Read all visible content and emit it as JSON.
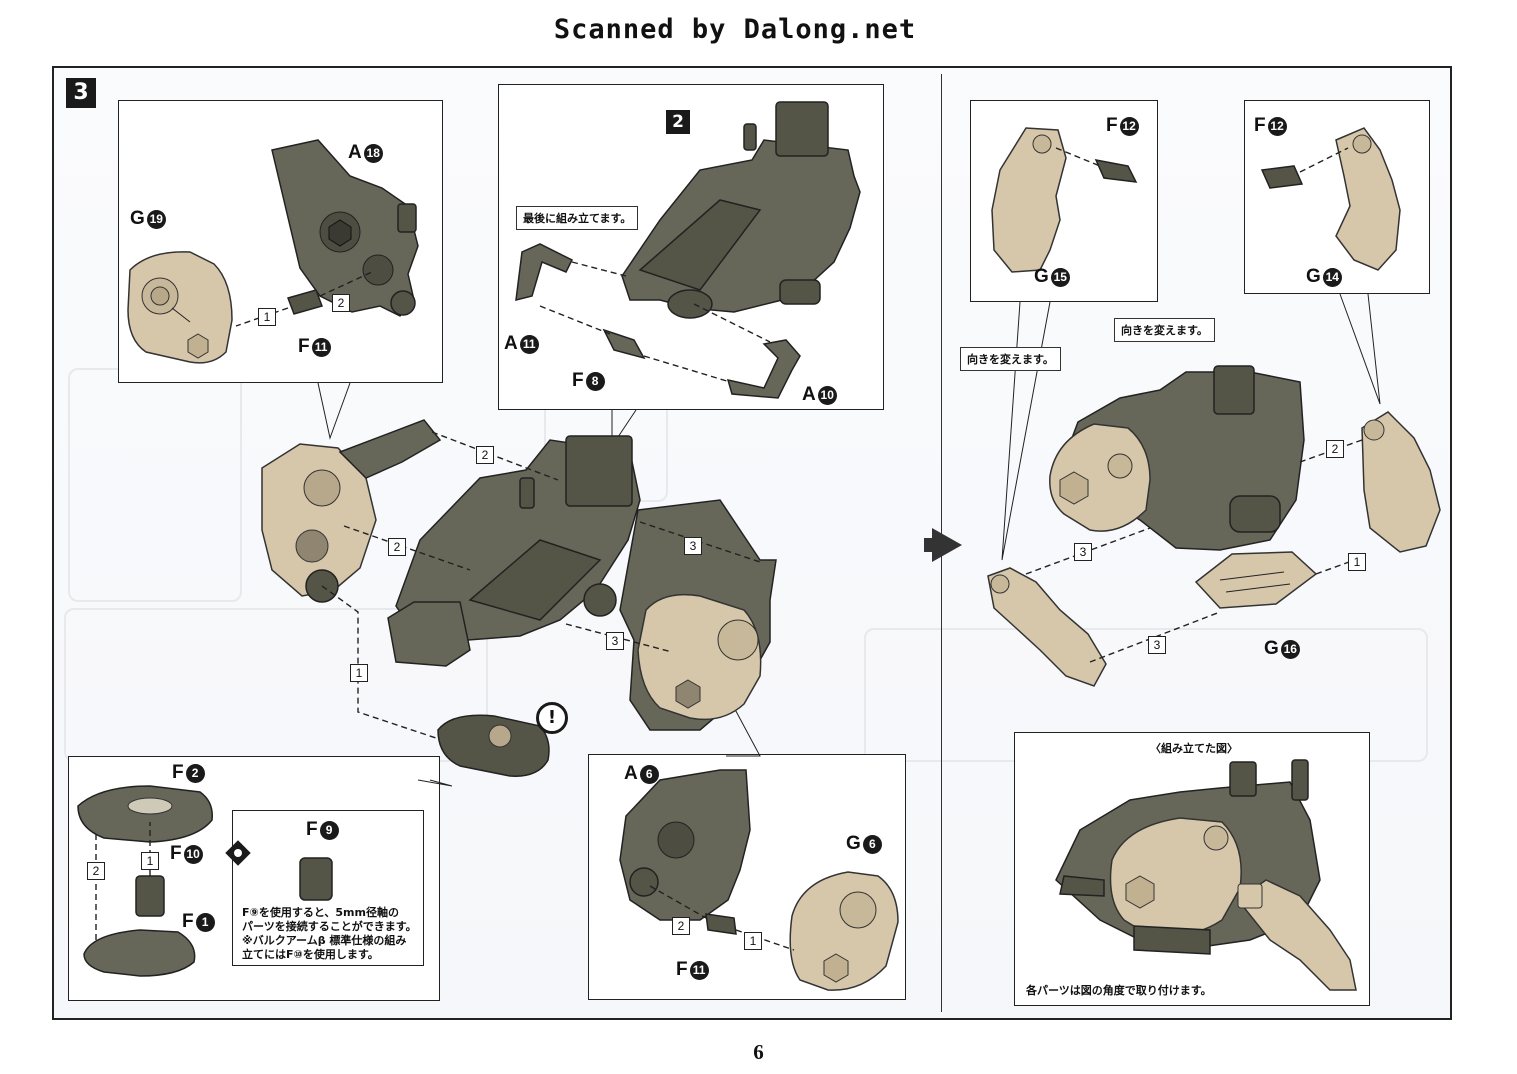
{
  "header": {
    "scan_credit": "Scanned by Dalong.net"
  },
  "page": {
    "number": "6"
  },
  "step": {
    "main": "3",
    "sub": "2"
  },
  "notes": {
    "assemble_last": "最後に組み立てます。",
    "change_direction_left": "向きを変えます。",
    "change_direction_right": "向きを変えます。",
    "f9_line1": "F⑨を使用すると、5mm径軸の",
    "f9_line2": "パーツを接続することができます。",
    "f9_line3": "※バルクアームβ 標準仕様の組み",
    "f9_line4": "立てにはF⑩を使用します。",
    "assembled_title": "〈組み立てた図〉",
    "assembled_caption": "各パーツは図の角度で取り付けます。"
  },
  "parts": {
    "A18": {
      "letter": "A",
      "num": "18"
    },
    "G19": {
      "letter": "G",
      "num": "19"
    },
    "F11a": {
      "letter": "F",
      "num": "11"
    },
    "A11": {
      "letter": "A",
      "num": "11"
    },
    "F8": {
      "letter": "F",
      "num": "8"
    },
    "A10": {
      "letter": "A",
      "num": "10"
    },
    "F2": {
      "letter": "F",
      "num": "2"
    },
    "F10": {
      "letter": "F",
      "num": "10"
    },
    "F1": {
      "letter": "F",
      "num": "1"
    },
    "F9": {
      "letter": "F",
      "num": "9"
    },
    "A6": {
      "letter": "A",
      "num": "6"
    },
    "G6": {
      "letter": "G",
      "num": "6"
    },
    "F11b": {
      "letter": "F",
      "num": "11"
    },
    "F12a": {
      "letter": "F",
      "num": "12"
    },
    "G15": {
      "letter": "G",
      "num": "15"
    },
    "F12b": {
      "letter": "F",
      "num": "12"
    },
    "G14": {
      "letter": "G",
      "num": "14"
    },
    "G16": {
      "letter": "G",
      "num": "16"
    }
  },
  "sequence": {
    "one": "1",
    "two": "2",
    "three": "3"
  },
  "icons": {
    "warning": "!",
    "warning_icon": "exclamation-circle-icon",
    "option_icon": "option-diamond-icon",
    "next_icon": "next-arrow-icon"
  }
}
